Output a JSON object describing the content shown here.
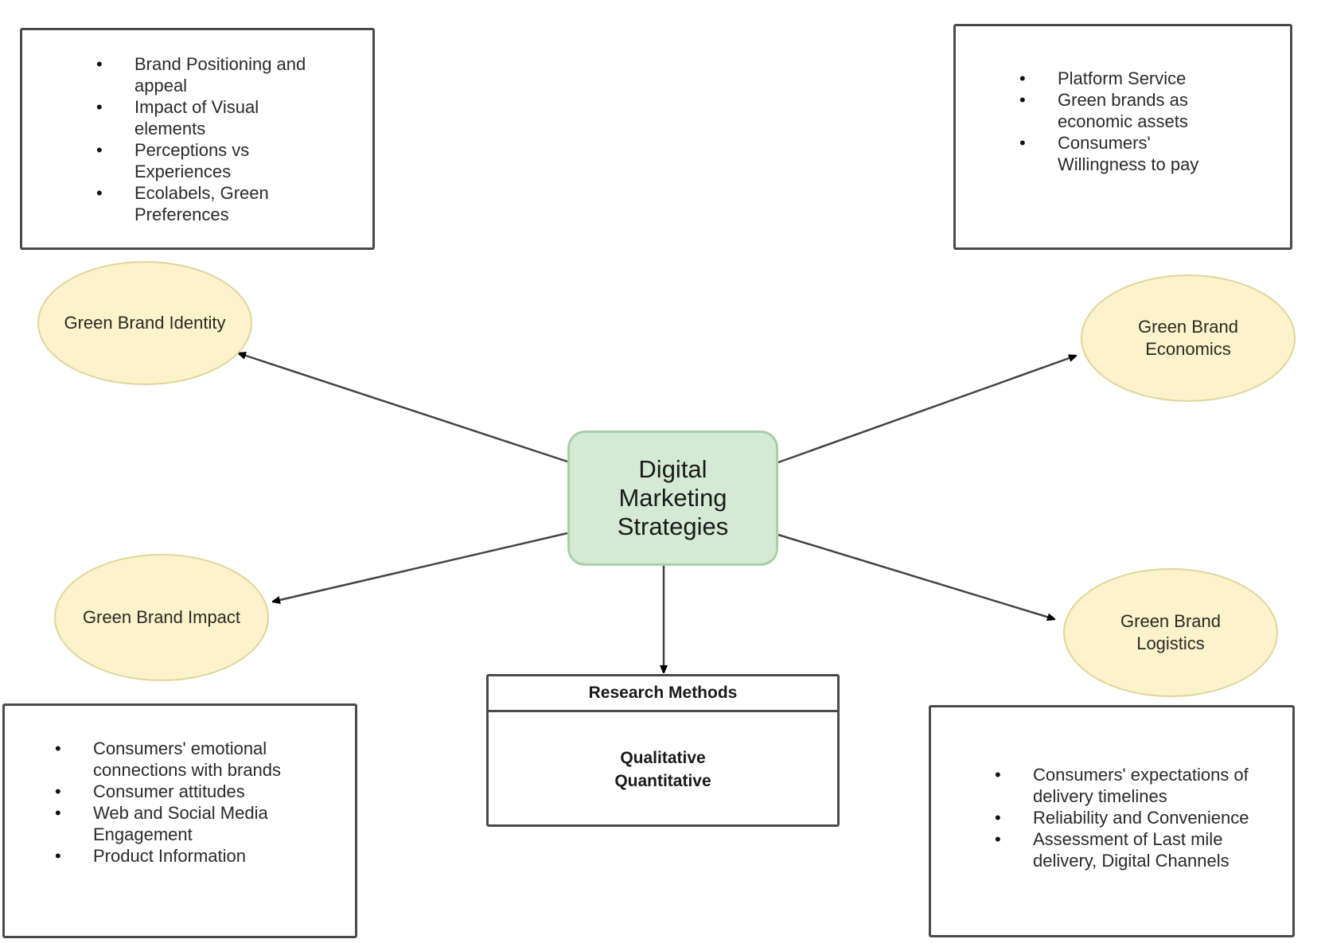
{
  "diagram": {
    "center": {
      "label": "Digital Marketing Strategies",
      "fill": "#d4ead4"
    },
    "nodes": {
      "identity": {
        "label": "Green Brand Identity"
      },
      "economics": {
        "label": "Green Brand Economics"
      },
      "impact": {
        "label": "Green Brand Impact"
      },
      "logistics": {
        "label": "Green Brand Logistics"
      }
    },
    "node_fill": "#fcf3cc",
    "boxes": {
      "identity": {
        "items": [
          "Brand Positioning and appeal",
          "Impact of Visual elements",
          "Perceptions vs Experiences",
          "Ecolabels, Green Preferences"
        ]
      },
      "economics": {
        "items": [
          "Platform Service",
          "Green brands as economic assets",
          "Consumers' Willingness to pay"
        ]
      },
      "impact": {
        "items": [
          "Consumers' emotional connections with brands",
          "Consumer attitudes",
          "Web and Social Media Engagement",
          "Product Information"
        ]
      },
      "logistics": {
        "items": [
          "Consumers' expectations of delivery timelines",
          "Reliability and Convenience",
          "Assessment of Last mile delivery, Digital Channels"
        ]
      }
    },
    "research": {
      "title": "Research Methods",
      "methods": [
        "Qualitative",
        "Quantitative"
      ]
    },
    "edges": [
      {
        "from": "center",
        "to": "identity"
      },
      {
        "from": "center",
        "to": "economics"
      },
      {
        "from": "center",
        "to": "impact"
      },
      {
        "from": "center",
        "to": "logistics"
      },
      {
        "from": "center",
        "to": "research"
      }
    ]
  }
}
